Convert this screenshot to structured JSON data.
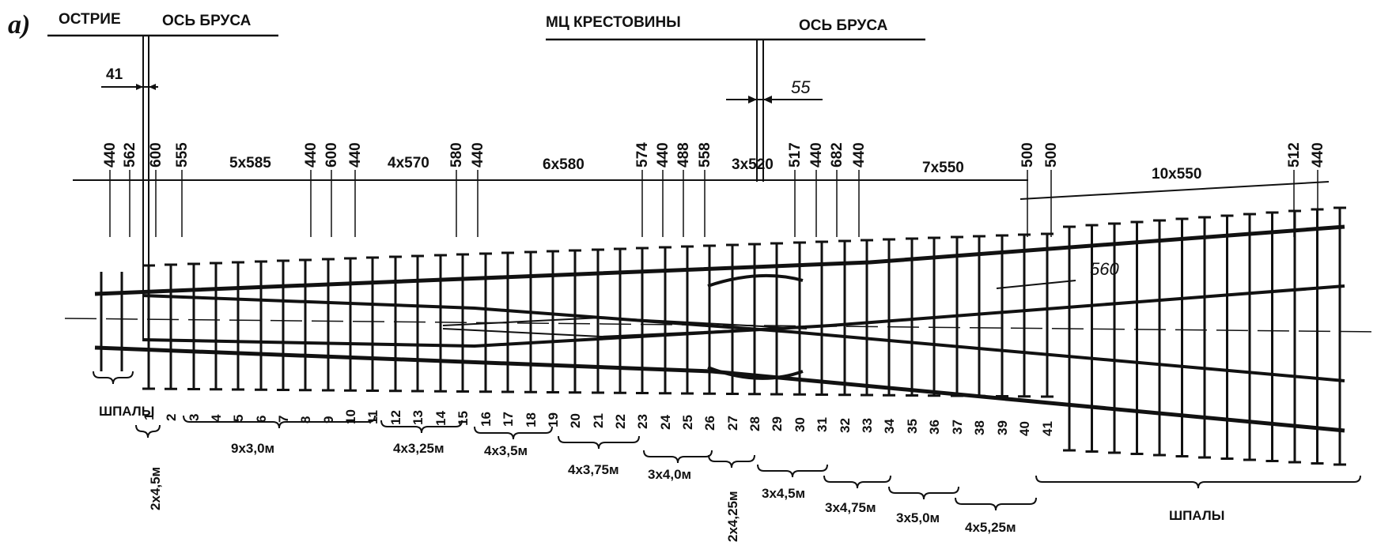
{
  "panel_label": "а)",
  "headers": {
    "ostrie": "ОСТРИЕ",
    "os_brusa_left": "ОСЬ БРУСА",
    "mc_krestoviny": "МЦ КРЕСТОВИНЫ",
    "os_brusa_right": "ОСЬ БРУСА"
  },
  "dims": {
    "d41": "41",
    "d55": "55",
    "d560": "560",
    "d5x585": "5х585",
    "d4x570": "4х570",
    "d6x580": "6х580",
    "d3x520": "3х520",
    "d7x550": "7х550",
    "d10x550": "10х550"
  },
  "spacings": [
    "440",
    "562",
    "600",
    "555",
    "440",
    "600",
    "440",
    "580",
    "440",
    "574",
    "440",
    "488",
    "558",
    "517",
    "440",
    "682",
    "440",
    "500",
    "500",
    "512",
    "440"
  ],
  "sleeper_numbers": [
    "1",
    "2",
    "3",
    "4",
    "5",
    "6",
    "7",
    "8",
    "9",
    "10",
    "11",
    "12",
    "13",
    "14",
    "15",
    "16",
    "17",
    "18",
    "19",
    "20",
    "21",
    "22",
    "23",
    "24",
    "25",
    "26",
    "27",
    "28",
    "29",
    "30",
    "31",
    "32",
    "33",
    "34",
    "35",
    "36",
    "37",
    "38",
    "39",
    "40",
    "41"
  ],
  "groups": {
    "g2x45": "2х4,5м",
    "g9x30": "9х3,0м",
    "g4x325": "4х3,25м",
    "g4x35": "4х3,5м",
    "g4x375": "4х3,75м",
    "g3x40": "3х4,0м",
    "g2x425": "2х4,25м",
    "g3x45": "3х4,5м",
    "g3x475": "3х4,75м",
    "g3x50": "3х5,0м",
    "g4x525": "4х5,25м"
  },
  "labels": {
    "shpaly_left": "ШПАЛЫ",
    "shpaly_right": "ШПАЛЫ"
  }
}
